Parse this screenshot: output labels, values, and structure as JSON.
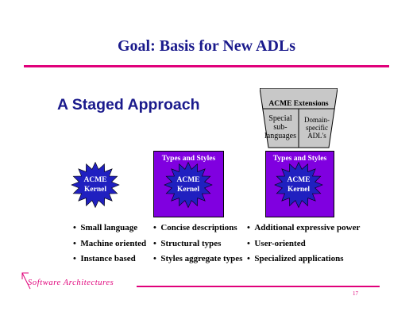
{
  "slide": {
    "title": "Goal: Basis for New ADLs",
    "subtitle": "A Staged Approach"
  },
  "columns": [
    {
      "box_label": "",
      "star_lines": [
        "ACME",
        "Kernel"
      ],
      "bullets": [
        "Small language",
        "Machine oriented",
        "Instance based"
      ]
    },
    {
      "box_label": "Types and Styles",
      "star_lines": [
        "ACME",
        "Kernel"
      ],
      "bullets": [
        "Concise descriptions",
        "Structural types",
        "Styles aggregate types"
      ]
    },
    {
      "box_label": "Types and Styles",
      "star_lines": [
        "ACME",
        "Kernel"
      ],
      "bullets": [
        "Additional expressive power",
        "User-oriented",
        "Specialized applications"
      ]
    }
  ],
  "extensions": {
    "title": "ACME Extensions",
    "left_lines": [
      "Special",
      "sub-",
      "languages"
    ],
    "right_lines": [
      "Domain-",
      "specific",
      "ADL's"
    ]
  },
  "footer": {
    "text": "Software Architectures",
    "page_number": "17"
  },
  "colors": {
    "title": "#1a1a8c",
    "rule": "#e0007a",
    "box": "#8000e0",
    "star": "#2020c0",
    "trapezoid": "#c8c8c8"
  }
}
